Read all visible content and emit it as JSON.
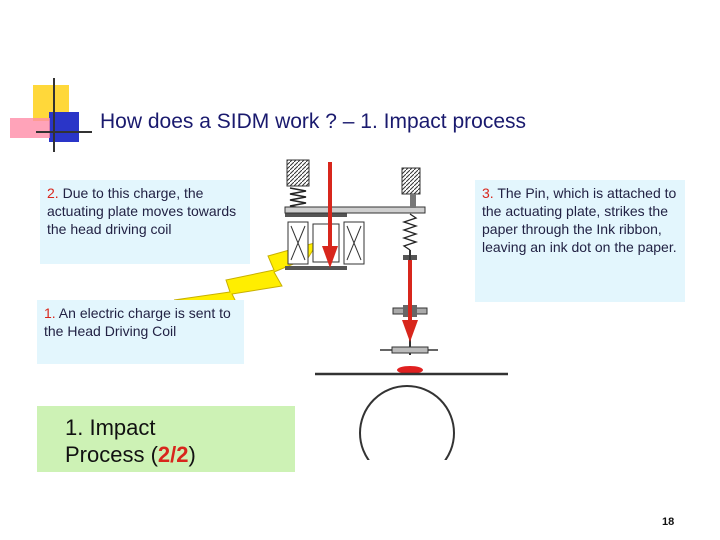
{
  "slide": {
    "title": "How does a SIDM work ? –  1. Impact process",
    "callout_2": {
      "number": "2.",
      "text": " Due to this charge, the actuating plate moves towards the head driving coil"
    },
    "callout_1": {
      "number": "1.",
      "text": " An electric charge is sent to the Head Driving Coil"
    },
    "callout_3": {
      "number": "3.",
      "text": " The Pin, which is attached to the actuating plate, strikes the paper through the Ink ribbon, leaving an ink dot on the paper."
    },
    "impact_box": {
      "line1": "1. Impact",
      "line2_prefix": "Process (",
      "fraction": "2/2",
      "line2_suffix": ")"
    },
    "page_number": "18"
  },
  "colors": {
    "title": "#1a1a6e",
    "callout_bg": "#e3f6fd",
    "impact_bg": "#cdf2b5",
    "accent_red": "#d8261c",
    "lightning": "#ffee00",
    "deco_yellow": "#ffd83a",
    "deco_blue": "#2a35c8",
    "deco_pink": "#ff8ca8"
  }
}
